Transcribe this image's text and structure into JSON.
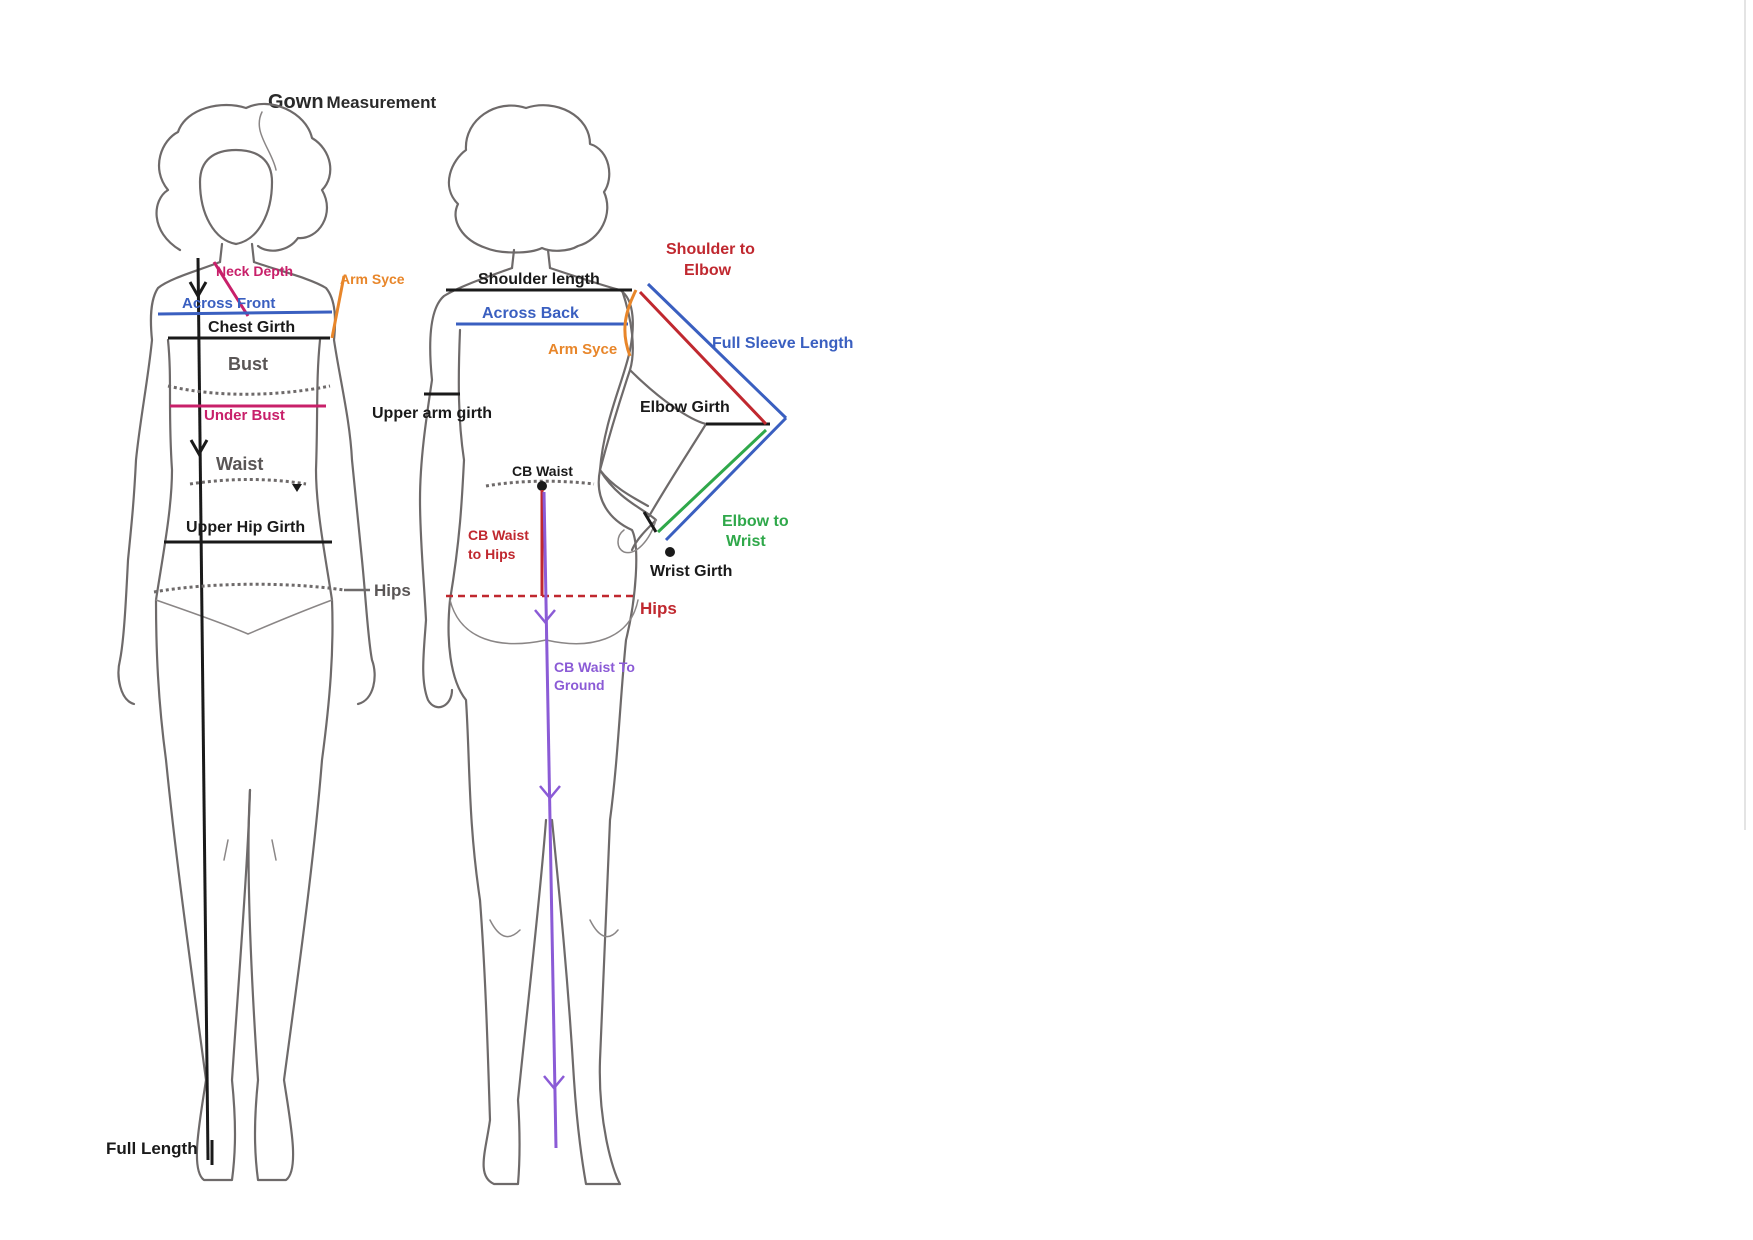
{
  "title": {
    "bold": "Gown",
    "rest": "Measurement"
  },
  "colors": {
    "outline": "#6e6a6a",
    "black": "#1a1a1a",
    "magenta": "#c8206a",
    "blue": "#3a5fc0",
    "orange": "#e8862a",
    "red": "#c0282f",
    "green": "#2fa84a",
    "purple": "#8b5bd6"
  },
  "front_labels": {
    "neck_depth": "Neck Depth",
    "arm_syce": "Arm Syce",
    "across_front": "Across Front",
    "chest_girth": "Chest Girth",
    "bust": "Bust",
    "under_bust": "Under Bust",
    "waist": "Waist",
    "upper_hip_girth": "Upper Hip Girth",
    "hips": "Hips",
    "full_length": "Full Length"
  },
  "back_labels": {
    "shoulder_length": "Shoulder length",
    "across_back": "Across Back",
    "arm_syce": "Arm Syce",
    "upper_arm_girth": "Upper arm girth",
    "elbow_girth": "Elbow Girth",
    "cb_waist": "CB Waist",
    "cb_waist_to_hips_1": "CB Waist",
    "cb_waist_to_hips_2": "to Hips",
    "hips": "Hips",
    "wrist_girth": "Wrist Girth",
    "cb_waist_to_ground_1": "CB Waist To",
    "cb_waist_to_ground_2": "Ground",
    "shoulder_to_elbow_1": "Shoulder to",
    "shoulder_to_elbow_2": "Elbow",
    "full_sleeve_length": "Full Sleeve Length",
    "elbow_to_wrist_1": "Elbow to",
    "elbow_to_wrist_2": "Wrist"
  }
}
